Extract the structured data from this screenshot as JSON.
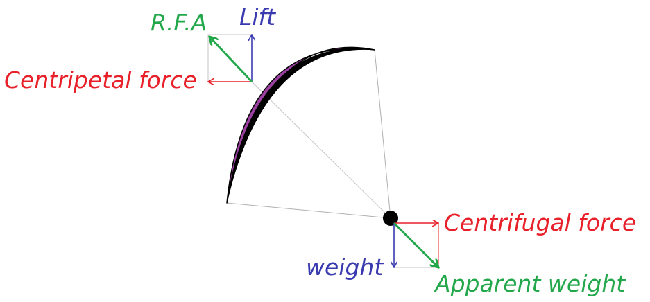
{
  "labels": {
    "rfa": "R.F.A",
    "lift": "Lift",
    "centripetal": "Centripetal force",
    "centrifugal": "Centrifugal force",
    "weight": "weight",
    "apparent_weight": "Apparent weight"
  },
  "colors": {
    "red": "#e8202a",
    "green": "#22a84a",
    "blue": "#3a3ab0",
    "canopy_fill": "#9b3fa0",
    "outline": "#000000",
    "guide": "#b0b0b0"
  }
}
